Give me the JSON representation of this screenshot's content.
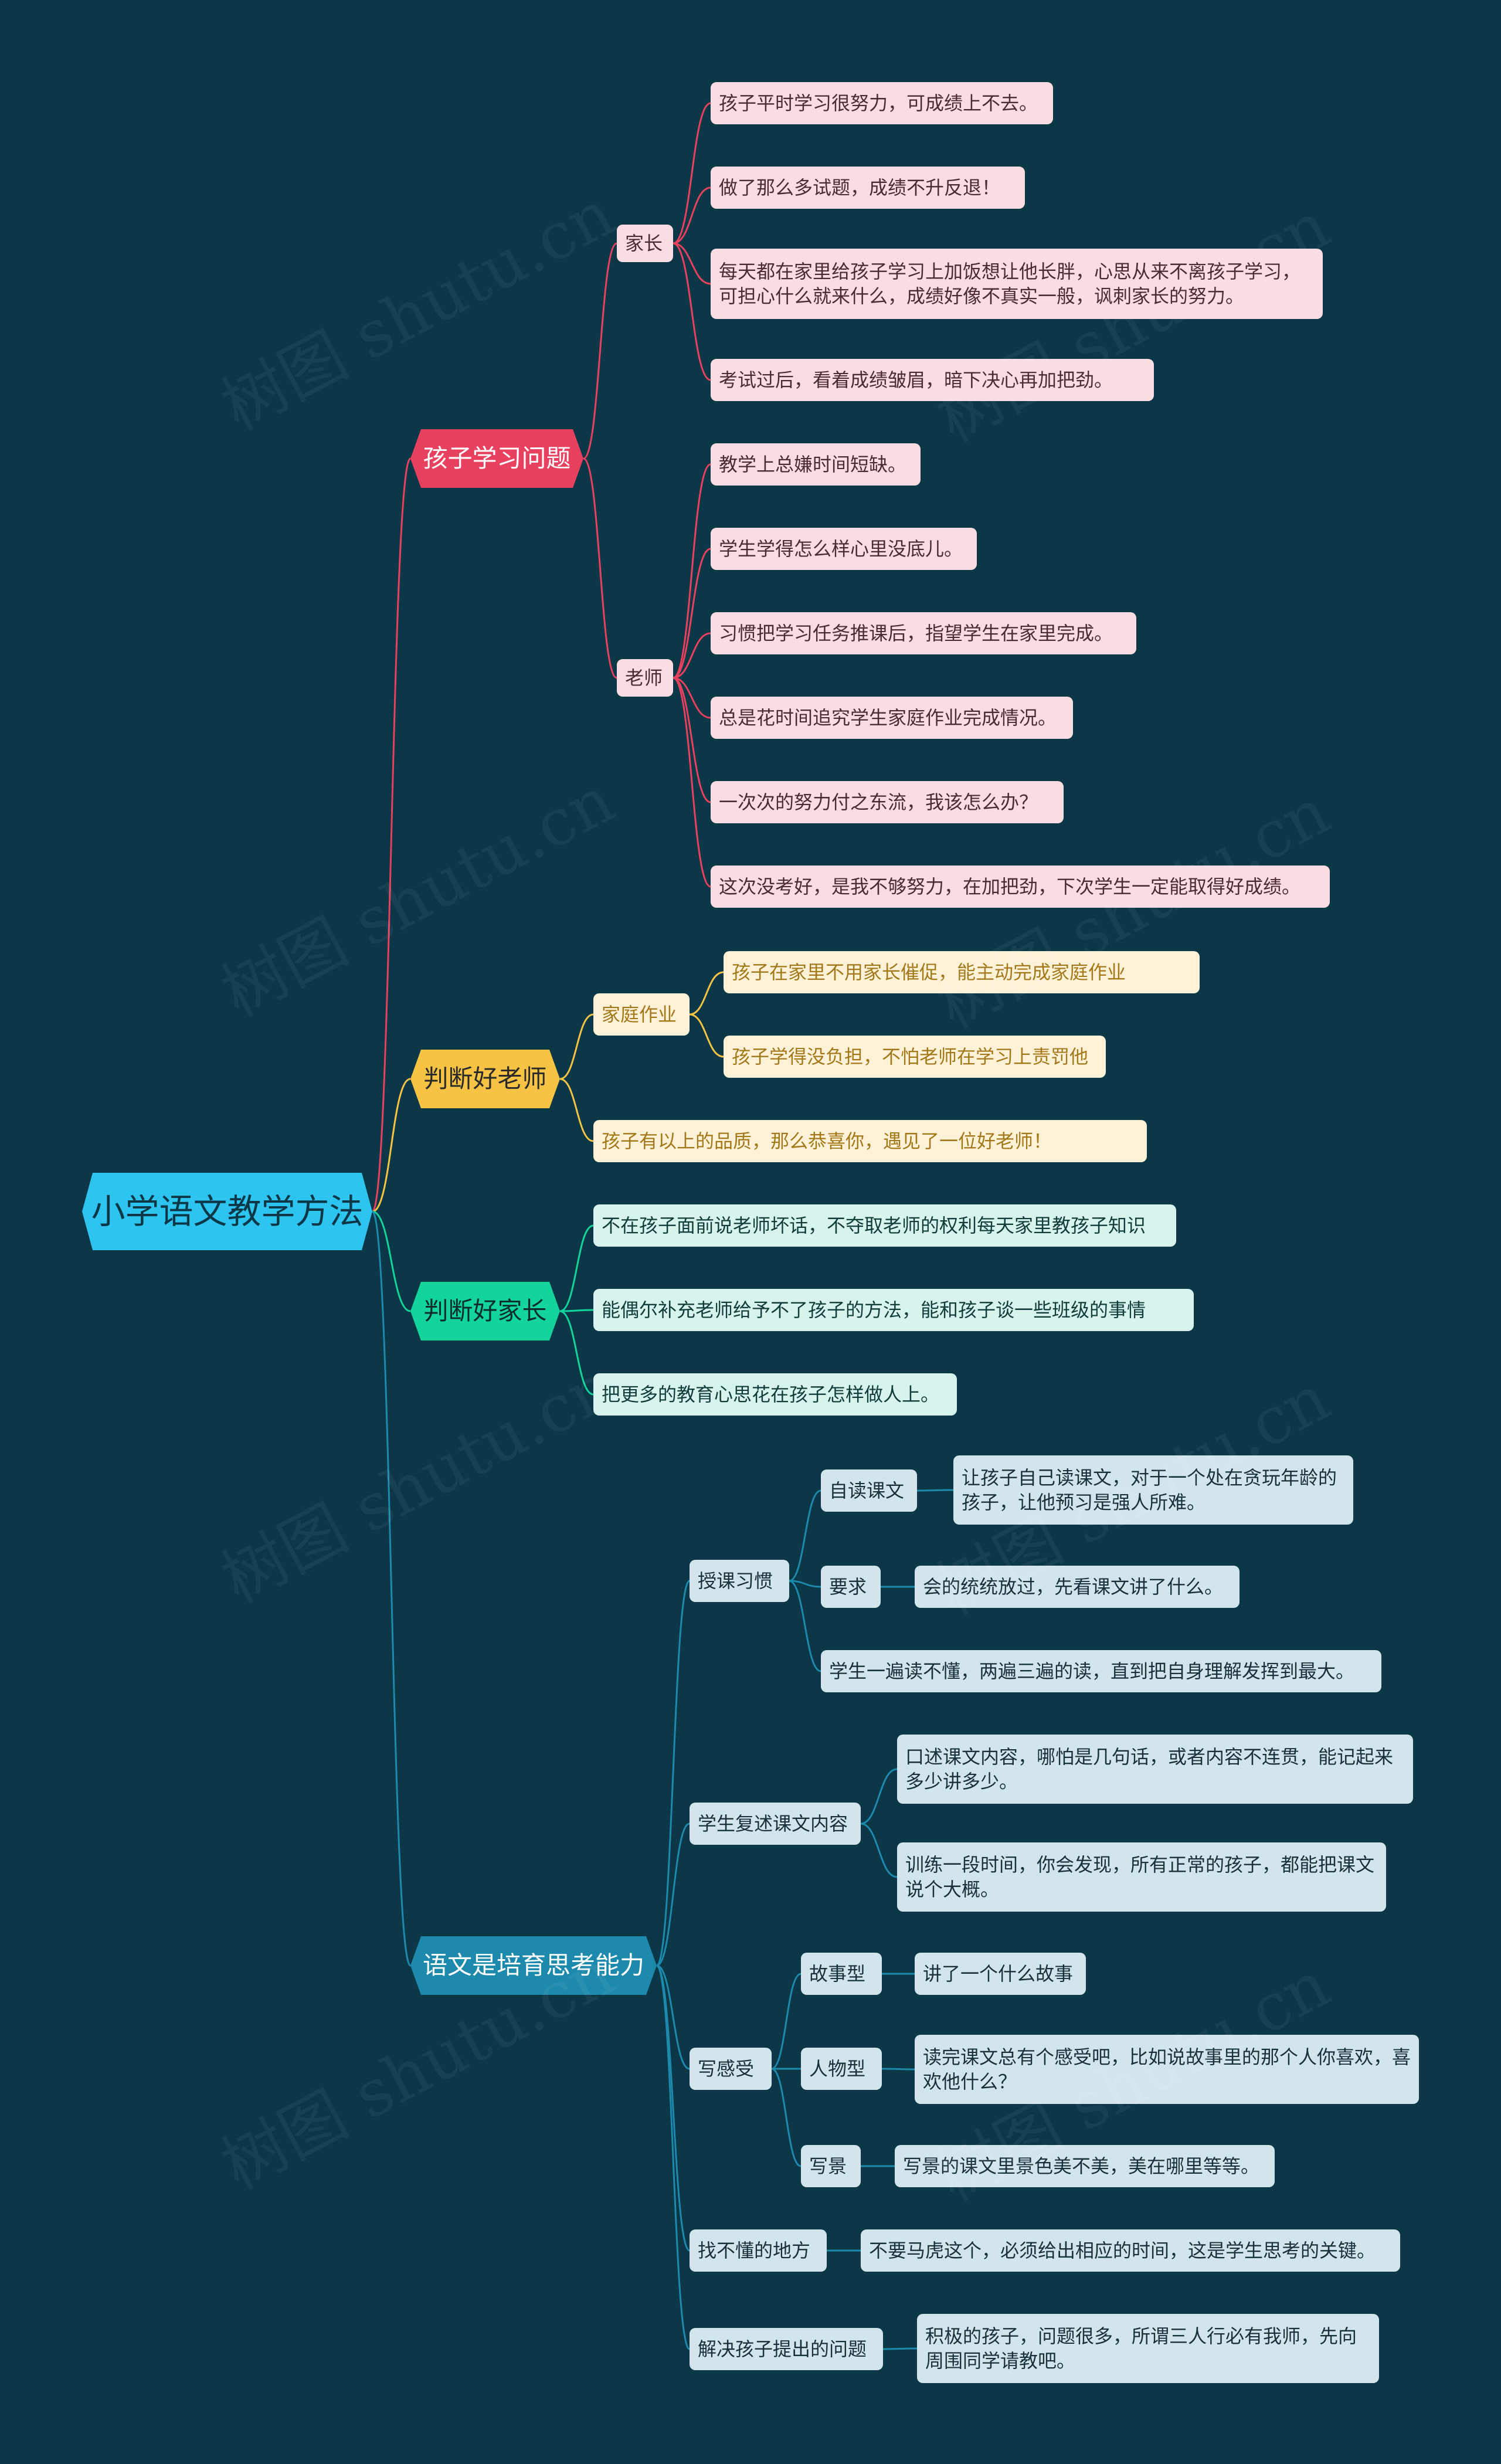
{
  "root": {
    "label": "小学语文教学方法",
    "color": "#2ec4f0"
  },
  "colors": {
    "pink": "#e8415f",
    "yellow": "#f6c344",
    "green": "#13d59b",
    "blue": "#1d89ad"
  },
  "branches": {
    "b1": {
      "label": "孩子学习问题",
      "parent": {
        "label": "家长",
        "items": [
          "孩子平时学习很努力，可成绩上不去。",
          "做了那么多试题，成绩不升反退！",
          "每天都在家里给孩子学习上加饭想让他长胖，心思从来不离孩子学习，可担心什么就来什么，成绩好像不真实一般，讽刺家长的努力。",
          "考试过后，看着成绩皱眉，暗下决心再加把劲。"
        ]
      },
      "teacher": {
        "label": "老师",
        "items": [
          "教学上总嫌时间短缺。",
          "学生学得怎么样心里没底儿。",
          "习惯把学习任务推课后，指望学生在家里完成。",
          "总是花时间追究学生家庭作业完成情况。",
          "一次次的努力付之东流，我该怎么办？",
          "这次没考好，是我不够努力，在加把劲，下次学生一定能取得好成绩。"
        ]
      }
    },
    "b2": {
      "label": "判断好老师",
      "homework": {
        "label": "家庭作业",
        "items": [
          "孩子在家里不用家长催促，能主动完成家庭作业",
          "孩子学得没负担，不怕老师在学习上责罚他"
        ]
      },
      "summary": "孩子有以上的品质，那么恭喜你，遇见了一位好老师！"
    },
    "b3": {
      "label": "判断好家长",
      "items": [
        "不在孩子面前说老师坏话，不夺取老师的权利每天家里教孩子知识",
        "能偶尔补充老师给予不了孩子的方法，能和孩子谈一些班级的事情",
        "把更多的教育心思花在孩子怎样做人上。"
      ]
    },
    "b4": {
      "label": "语文是培育思考能力",
      "habit": {
        "label": "授课习惯",
        "self": {
          "label": "自读课文",
          "text": "让孩子自己读课文，对于一个处在贪玩年龄的孩子，让他预习是强人所难。"
        },
        "req": {
          "label": "要求",
          "text": "会的统统放过，先看课文讲了什么。"
        },
        "read": "学生一遍读不懂，两遍三遍的读，直到把自身理解发挥到最大。"
      },
      "retell": {
        "label": "学生复述课文内容",
        "items": [
          "口述课文内容，哪怕是几句话，或者内容不连贯，能记起来多少讲多少。",
          "训练一段时间，你会发现，所有正常的孩子，都能把课文说个大概。"
        ]
      },
      "feel": {
        "label": "写感受",
        "story": {
          "label": "故事型",
          "text": "讲了一个什么故事"
        },
        "person": {
          "label": "人物型",
          "text": "读完课文总有个感受吧，比如说故事里的那个人你喜欢，喜欢他什么？"
        },
        "scene": {
          "label": "写景",
          "text": "写景的课文里景色美不美，美在哪里等等。"
        }
      },
      "unknown": {
        "label": "找不懂的地方",
        "text": "不要马虎这个，必须给出相应的时间，这是学生思考的关键。"
      },
      "solve": {
        "label": "解决孩子提出的问题",
        "text": "积极的孩子，问题很多，所谓三人行必有我师，先向周围同学请教吧。"
      }
    }
  },
  "watermark": "树图 shutu.cn"
}
